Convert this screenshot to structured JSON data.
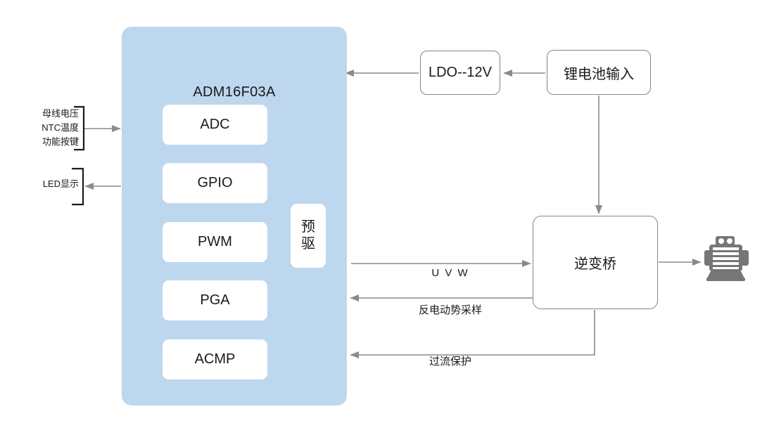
{
  "diagram": {
    "title": "Motor control block diagram",
    "colors": {
      "mcu_fill": "#bdd7ee",
      "block_fill": "#ffffff",
      "wire": "#8a8a8a",
      "bracket": "#1a1a1a",
      "motor_icon": "#767676",
      "text": "#1a1a1a"
    }
  },
  "mcu": {
    "name": "ADM16F03A",
    "peripherals": [
      {
        "id": "adc",
        "label": "ADC"
      },
      {
        "id": "gpio",
        "label": "GPIO"
      },
      {
        "id": "pwm",
        "label": "PWM"
      },
      {
        "id": "pga",
        "label": "PGA"
      },
      {
        "id": "acmp",
        "label": "ACMP"
      }
    ],
    "predriver": {
      "id": "predriver",
      "line1": "预",
      "line2": "驱"
    }
  },
  "external_inputs": {
    "sensors": {
      "lines": [
        "母线电压",
        "NTC温度",
        "功能按键"
      ],
      "direction": "into-mcu"
    },
    "display": {
      "lines": [
        "LED显示"
      ],
      "direction": "out-of-mcu"
    }
  },
  "power": {
    "ldo": {
      "id": "ldo",
      "label": "LDO--12V"
    },
    "battery": {
      "id": "battery",
      "label": "锂电池输入"
    }
  },
  "power_stage": {
    "inverter": {
      "id": "inverter",
      "label": "逆变桥"
    },
    "motor": {
      "id": "motor",
      "icon": "motor-icon"
    }
  },
  "signals": [
    {
      "id": "uvw",
      "label": "U V W",
      "from": "predriver",
      "to": "inverter"
    },
    {
      "id": "bemf",
      "label": "反电动势采样",
      "from": "inverter",
      "to": "pga"
    },
    {
      "id": "ocp",
      "label": "过流保护",
      "from": "inverter",
      "to": "acmp"
    }
  ]
}
